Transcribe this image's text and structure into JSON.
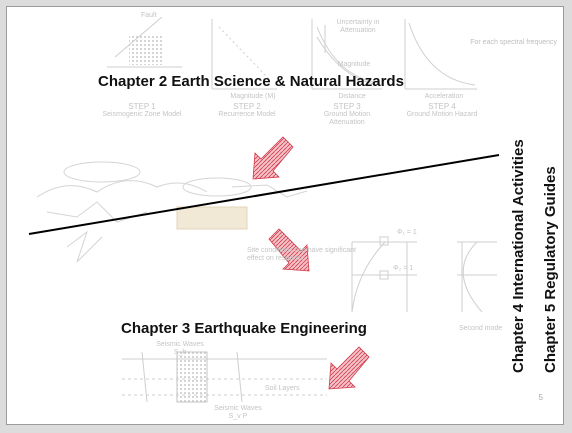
{
  "slide": {
    "corner_note": "For each spectral frequency",
    "page_number": "5",
    "chapter2_title": "Chapter 2 Earth Science & Natural Hazards",
    "chapter3_title": "Chapter 3 Earthquake Engineering",
    "chapter4_title": "Chapter 4 International Activities",
    "chapter5_title": "Chapter 5 Regulatory Guides",
    "steps": [
      {
        "name": "STEP 1",
        "desc": "Seismogenic Zone Model"
      },
      {
        "name": "STEP 2",
        "desc": "Recurrence Model"
      },
      {
        "name": "STEP 3",
        "desc": "Ground Motion Attenuation"
      },
      {
        "name": "STEP 4",
        "desc": "Ground Motion Hazard"
      }
    ],
    "faint_labels": {
      "fault": "Fault",
      "magnitude": "Magnitude (M)",
      "uncertainty": "Uncertainty in Attenuation",
      "magnitude_m": "Magnitude",
      "distance": "Distance",
      "acceleration": "Acceleration",
      "site_note": "Site conditions can have significant effect on response",
      "mode1": "Φ₁ = 1",
      "mode2": "Φ₂ = 1",
      "second_mode": "Second mode",
      "soil_layers": "Soil Layers",
      "seismic_waves_top": "Seismic Waves S_h",
      "seismic_waves_bottom": "Seismic Waves S_v P"
    },
    "colors": {
      "title_text": "#111111",
      "faint": "#c4c4c4",
      "arrow_fill": "#f2a0a8",
      "arrow_stroke": "#d23a4c"
    }
  }
}
